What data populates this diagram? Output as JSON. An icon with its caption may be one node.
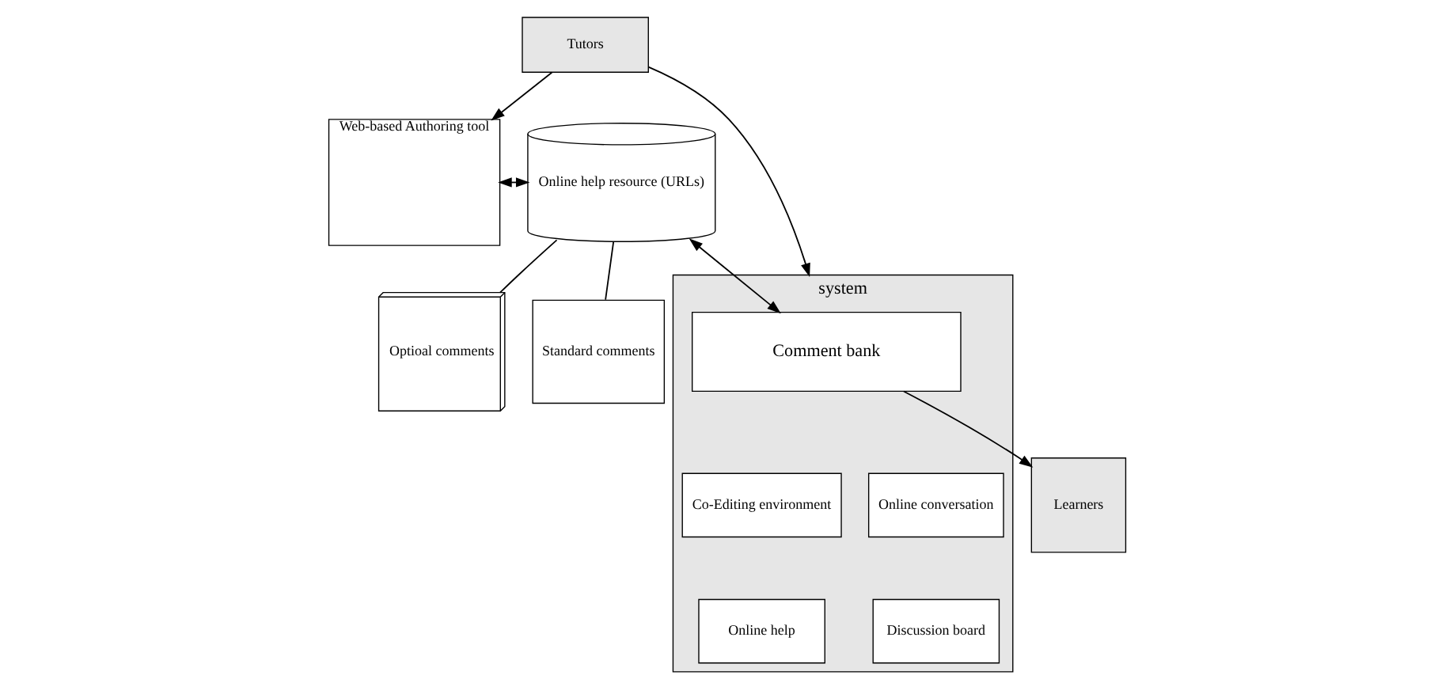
{
  "diagram": {
    "nodes": [
      {
        "text": [
          "Tutors"
        ]
      },
      {
        "text": [
          "Web-based Authoring tool"
        ]
      },
      {
        "text": [
          "Online help resource (URLs)"
        ]
      },
      {
        "text": [
          "Optioal comments"
        ]
      },
      {
        "text": [
          "Standard comments"
        ]
      },
      {
        "text": [
          "system"
        ]
      },
      {
        "text": [
          "Comment bank"
        ],
        "in": 5
      },
      {
        "text": [
          "Co-Editing environment"
        ],
        "in": 5
      },
      {
        "text": [
          "Online conversation"
        ],
        "in": 5
      },
      {
        "text": [
          "Online help"
        ],
        "in": 5
      },
      {
        "text": [
          "Discussion board"
        ],
        "in": 5
      },
      {
        "text": [
          "Learners"
        ]
      }
    ],
    "edges": [
      {
        "from": 0,
        "to": 1,
        "arrow": "to"
      },
      {
        "from": 0,
        "to": 5,
        "arrow": "to"
      },
      {
        "from": 1,
        "to": 2,
        "arrow": "both"
      },
      {
        "from": 2,
        "to": 6,
        "arrow": "both"
      },
      {
        "from": 6,
        "to": 11,
        "arrow": "to"
      },
      {
        "from": 2,
        "to": 3,
        "arrow": "none"
      },
      {
        "from": 2,
        "to": 4,
        "arrow": "none"
      }
    ]
  }
}
